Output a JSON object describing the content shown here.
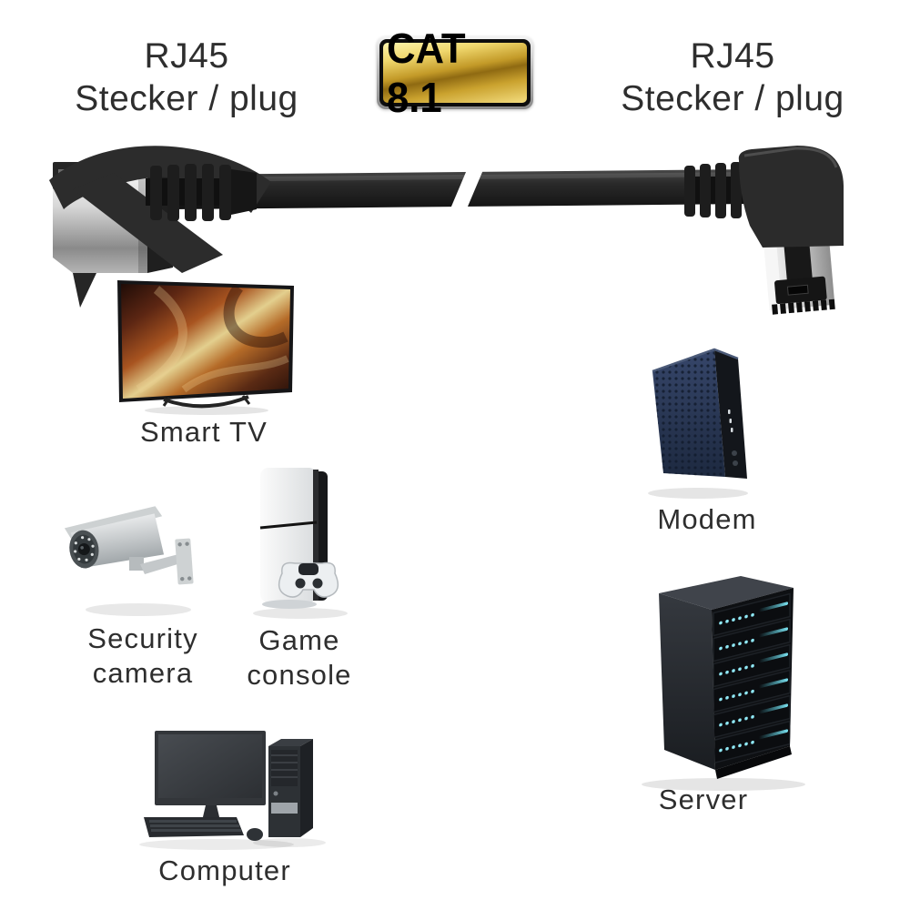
{
  "header": {
    "left_plug": {
      "line1": "RJ45",
      "line2": "Stecker / plug"
    },
    "badge": {
      "text": "CAT 8.1"
    },
    "right_plug": {
      "line1": "RJ45",
      "line2": "Stecker / plug"
    }
  },
  "cable": {
    "name": "cat-8.1-ethernet-patch-cable",
    "left_connector": "rj45-straight-plug-icon",
    "right_connector": "rj45-90-degree-angled-plug-icon",
    "break_mark": "cable-shortened-indicator"
  },
  "devices": {
    "smart_tv": {
      "label": "Smart TV"
    },
    "modem": {
      "label": "Modem"
    },
    "security_camera": {
      "line1": "Security",
      "line2": "camera"
    },
    "game_console": {
      "line1": "Game",
      "line2": "console"
    },
    "server": {
      "label": "Server"
    },
    "computer": {
      "label": "Computer"
    }
  },
  "colors": {
    "background": "#ffffff",
    "label_text": "#2e2e2e",
    "badge_gold_light": "#f7e98f",
    "badge_gold_dark": "#8f6a12",
    "badge_text": "#000000",
    "cable_black": "#232323",
    "connector_silver": "#d6d6d6",
    "modem_navy": "#2c3a55",
    "server_led_cyan": "#7ce4f2"
  }
}
